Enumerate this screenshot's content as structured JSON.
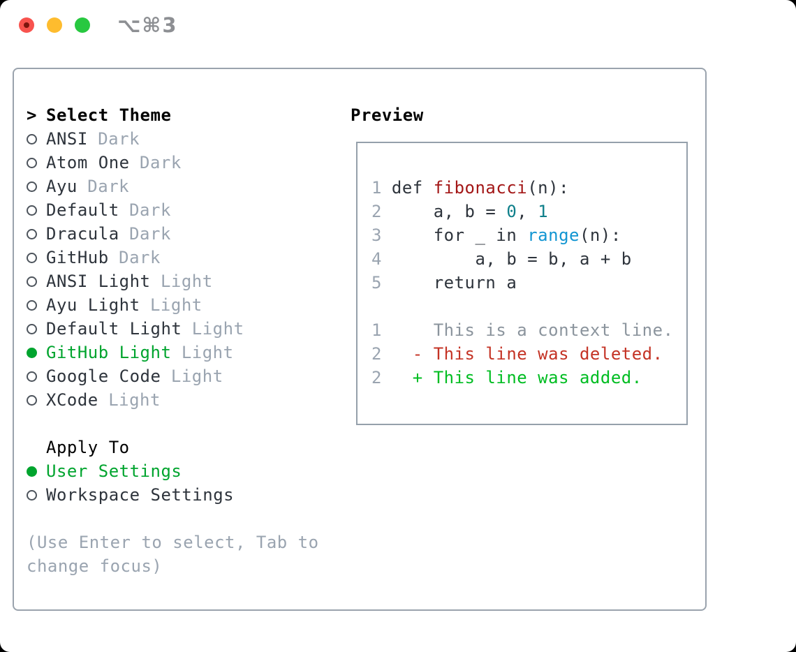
{
  "window": {
    "shortcut_label": "⌥⌘3",
    "traffic_lights": [
      "close",
      "minimize",
      "zoom"
    ]
  },
  "theme_picker": {
    "header_prefix": ">",
    "header": "Select Theme",
    "themes": [
      {
        "name": "ANSI",
        "variant": "Dark",
        "selected": false
      },
      {
        "name": "Atom One",
        "variant": "Dark",
        "selected": false
      },
      {
        "name": "Ayu",
        "variant": "Dark",
        "selected": false
      },
      {
        "name": "Default",
        "variant": "Dark",
        "selected": false
      },
      {
        "name": "Dracula",
        "variant": "Dark",
        "selected": false
      },
      {
        "name": "GitHub",
        "variant": "Dark",
        "selected": false
      },
      {
        "name": "ANSI Light",
        "variant": "Light",
        "selected": false
      },
      {
        "name": "Ayu Light",
        "variant": "Light",
        "selected": false
      },
      {
        "name": "Default Light",
        "variant": "Light",
        "selected": false
      },
      {
        "name": "GitHub Light",
        "variant": "Light",
        "selected": true
      },
      {
        "name": "Google Code",
        "variant": "Light",
        "selected": false
      },
      {
        "name": "XCode",
        "variant": "Light",
        "selected": false
      }
    ],
    "apply_to": {
      "header": "Apply To",
      "options": [
        {
          "name": "User Settings",
          "selected": true
        },
        {
          "name": "Workspace Settings",
          "selected": false
        }
      ]
    },
    "hint": "(Use Enter to select, Tab to change focus)"
  },
  "preview": {
    "header": "Preview",
    "lines": [
      {
        "gutter": "1",
        "tokens": [
          {
            "t": "def ",
            "c": "d"
          },
          {
            "t": "fibonacci",
            "c": "fn"
          },
          {
            "t": "(n):",
            "c": "d"
          }
        ]
      },
      {
        "gutter": "2",
        "tokens": [
          {
            "t": "    a, b = ",
            "c": "d"
          },
          {
            "t": "0",
            "c": "num"
          },
          {
            "t": ", ",
            "c": "d"
          },
          {
            "t": "1",
            "c": "num"
          }
        ]
      },
      {
        "gutter": "3",
        "tokens": [
          {
            "t": "    for _ in ",
            "c": "d"
          },
          {
            "t": "range",
            "c": "bi"
          },
          {
            "t": "(n):",
            "c": "d"
          }
        ]
      },
      {
        "gutter": "4",
        "tokens": [
          {
            "t": "        a, b = b, a + b",
            "c": "d"
          }
        ]
      },
      {
        "gutter": "5",
        "tokens": [
          {
            "t": "    return a",
            "c": "d"
          }
        ]
      },
      {
        "gutter": "",
        "tokens": []
      },
      {
        "gutter": "1",
        "tokens": [
          {
            "t": "    This is a context line.",
            "c": "ctx"
          }
        ]
      },
      {
        "gutter": "2",
        "tokens": [
          {
            "t": "  - This line was deleted.",
            "c": "del"
          }
        ]
      },
      {
        "gutter": "2",
        "tokens": [
          {
            "t": "  + This line was added.",
            "c": "add"
          }
        ]
      }
    ]
  },
  "colors": {
    "accent_green": "#00a42e",
    "diff_added_green": "#00bd22",
    "diff_deleted_red": "#c43325",
    "function_red": "#a31717",
    "number_teal": "#0e7f8a",
    "builtin_blue": "#1195d2",
    "muted_gray": "#9aa4b0",
    "text_dark": "#2e343c",
    "panel_border": "#9aa3ad",
    "traffic_red": "#f8534e",
    "traffic_yellow": "#febc2e",
    "traffic_green": "#28c840"
  }
}
